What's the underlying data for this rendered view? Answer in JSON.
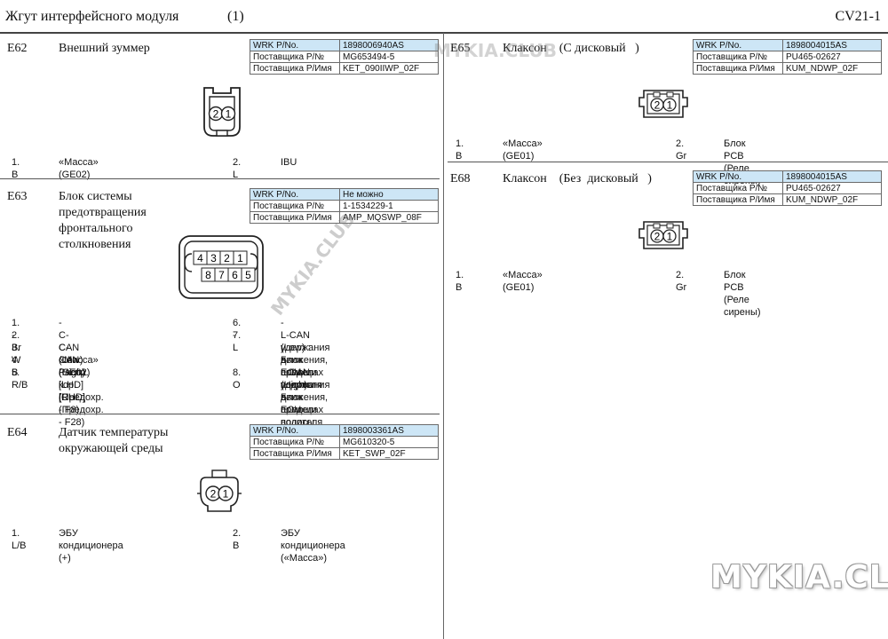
{
  "header": {
    "title": "Жгут интерфейсного модуля",
    "page": "(1)",
    "code": "CV21-1"
  },
  "watermark": "MYKIA.CLUB",
  "labels": {
    "wrk": "WRK P/No.",
    "supp_no": "Поставщика P/№",
    "supp_name": "Поставщика P/Имя"
  },
  "e62": {
    "code": "E62",
    "name": "Внешний зуммер",
    "wrk": "1898006940AS",
    "supp_no": "MG653494-5",
    "supp_name": "KET_090IIWP_02F",
    "cavities": [
      "2",
      "1"
    ],
    "pins": [
      {
        "num": "1. B",
        "desc": "«Масса» (GE02)"
      },
      {
        "num": "2. L",
        "desc": "IBU"
      }
    ]
  },
  "e63": {
    "code": "E63",
    "name_lines": [
      "Блок системы",
      "предотвращения",
      "фронтального",
      "столкновения"
    ],
    "wrk": "Не можно",
    "supp_no": "1-1534229-1",
    "supp_name": "AMP_MQSWP_08F",
    "cavities_top": [
      "4",
      "3",
      "2",
      "1"
    ],
    "cavities_bottom": [
      "8",
      "7",
      "6",
      "5"
    ],
    "pins_left": [
      {
        "num": "1. -",
        "desc": "-"
      },
      {
        "num": "2. Br",
        "desc": "C-CAN (Low)"
      },
      {
        "num": "3. W",
        "desc": "C-CAN (High)"
      },
      {
        "num": "4. B",
        "desc": "«Масса» (GE02)"
      },
      {
        "num": "5. R/B",
        "desc": "Распр. кор. ICU"
      },
      {
        "num": "",
        "desc": "[LHD] (Предохр. - F8)"
      },
      {
        "num": "",
        "desc": "[RHD] (Предохр. - F28)"
      }
    ],
    "pins_right": [
      {
        "num": "6. -",
        "desc": "-"
      },
      {
        "num": "7. L",
        "desc": "L-CAN (Low) : Блок помощи"
      },
      {
        "num": "",
        "desc": "удержания в пределах полосы"
      },
      {
        "num": "",
        "desc": "движения, ECU водителя"
      },
      {
        "num": "8. O",
        "desc": "L-CAN (High) : Блок помощи"
      },
      {
        "num": "",
        "desc": "удержания в пределах полосы"
      },
      {
        "num": "",
        "desc": "движения, ECU водителя"
      }
    ]
  },
  "e64": {
    "code": "E64",
    "name_lines": [
      "Датчик температуры",
      "окружающей среды"
    ],
    "wrk": "1898003361AS",
    "supp_no": "MG610320-5",
    "supp_name": "KET_SWP_02F",
    "cavities": [
      "2",
      "1"
    ],
    "pins": [
      {
        "num": "1. L/B",
        "desc": "ЭБУ кондиционера (+)"
      },
      {
        "num": "2. B",
        "desc": "ЭБУ кондиционера («Масса»)"
      }
    ]
  },
  "e65": {
    "code": "E65",
    "name": "Клаксон    (С дисковый   )",
    "wrk": "1898004015AS",
    "supp_no": "PU465-02627",
    "supp_name": "KUM_NDWP_02F",
    "cavities": [
      "2",
      "1"
    ],
    "pins": [
      {
        "num": "1. B",
        "desc": "«Масса» (GE01)"
      },
      {
        "num": "2. Gr",
        "desc": "Блок PCB (Реле сирены)"
      }
    ]
  },
  "e68": {
    "code": "E68",
    "name": "Клаксон    (Без  дисковый   )",
    "wrk": "1898004015AS",
    "supp_no": "PU465-02627",
    "supp_name": "KUM_NDWP_02F",
    "cavities": [
      "2",
      "1"
    ],
    "pins": [
      {
        "num": "1. B",
        "desc": "«Масса» (GE01)"
      },
      {
        "num": "2. Gr",
        "desc": "Блок PCB (Реле сирены)"
      }
    ]
  }
}
